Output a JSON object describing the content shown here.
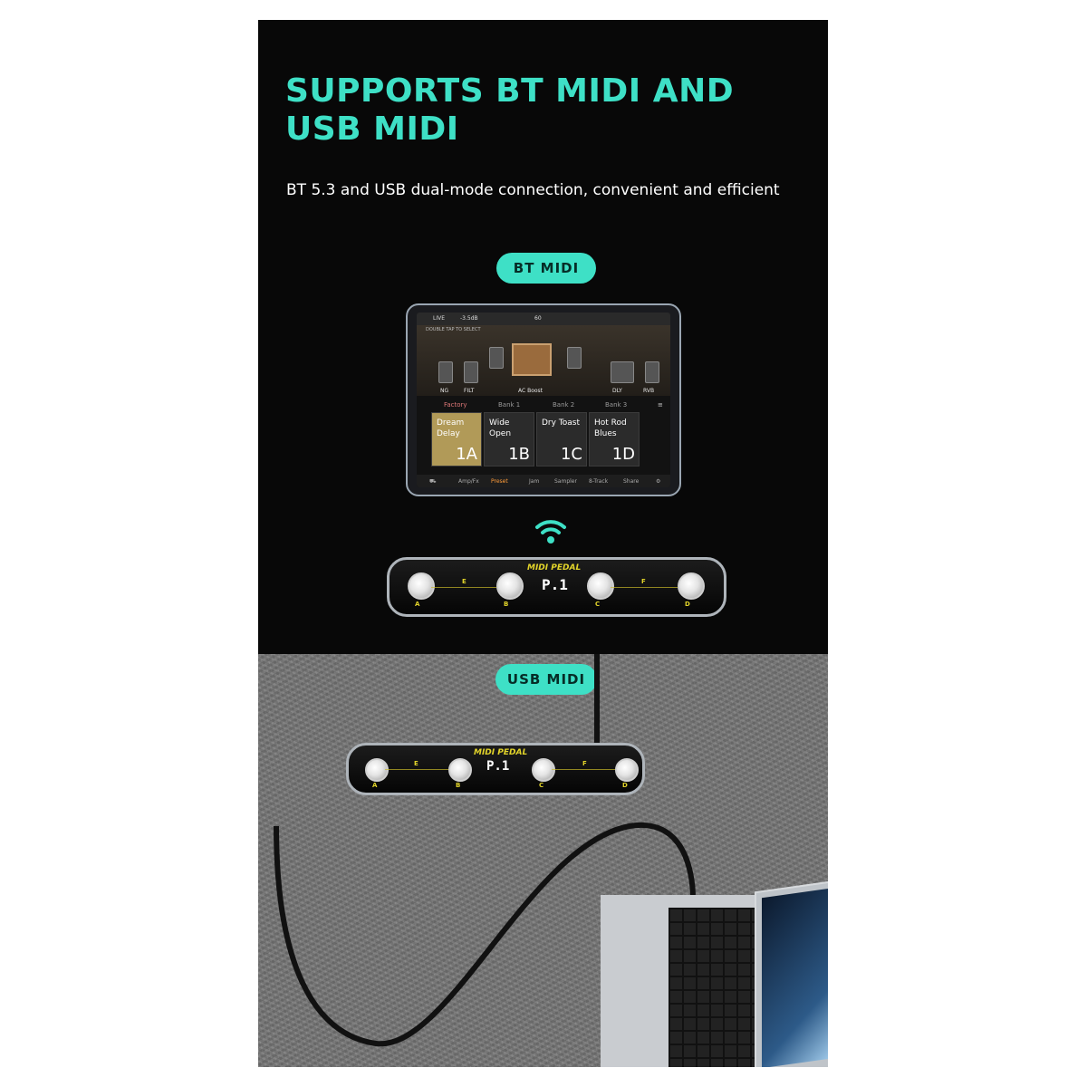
{
  "headline": "SUPPORTS BT MIDI AND\nUSB MIDI",
  "subtitle": "BT 5.3 and USB dual-mode connection, convenient and efficient",
  "badges": {
    "bt": "BT MIDI",
    "usb": "USB MIDI"
  },
  "accent_color": "#3ee0c6",
  "app": {
    "topbar": {
      "live": "LIVE",
      "gain": "-3.5dB",
      "tempo": "60",
      "hint": "DOUBLE TAP TO SELECT"
    },
    "fx": [
      "NG",
      "FILT",
      "AC Boost",
      "DLY",
      "RVB"
    ],
    "banks": [
      "Factory",
      "Bank 1",
      "Bank 2",
      "Bank 3"
    ],
    "presets": [
      {
        "name": "Dream Delay",
        "num": "1A",
        "selected": true
      },
      {
        "name": "Wide Open",
        "num": "1B",
        "selected": false
      },
      {
        "name": "Dry Toast",
        "num": "1C",
        "selected": false
      },
      {
        "name": "Hot Rod Blues",
        "num": "1D",
        "selected": false
      }
    ],
    "tabs": [
      "Amp/Fx",
      "Preset",
      "Jam",
      "Sampler",
      "8-Track",
      "Share"
    ],
    "active_tab": "Preset"
  },
  "pedal": {
    "brand": "MIDI PEDAL",
    "display": "P.1",
    "switch_letters": [
      "A",
      "B",
      "C",
      "D"
    ],
    "mid_letters": [
      "E",
      "F"
    ]
  }
}
